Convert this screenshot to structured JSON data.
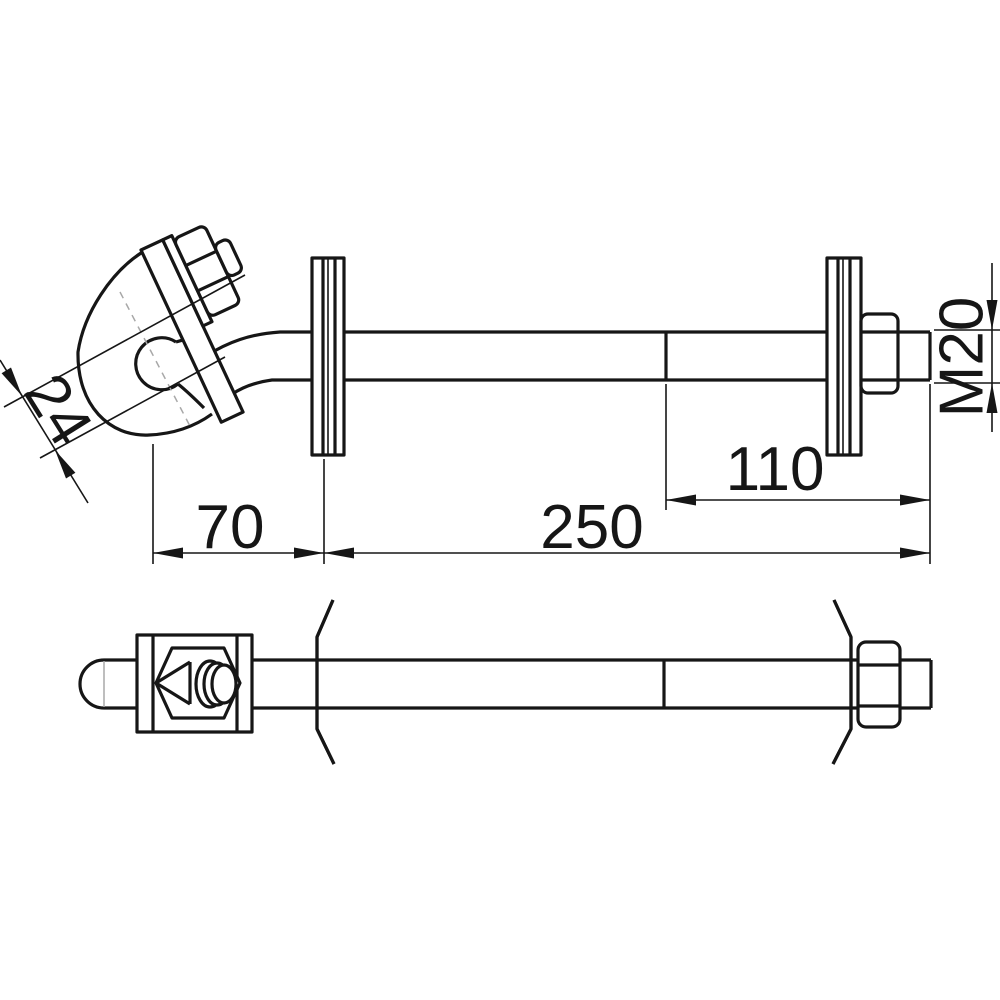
{
  "drawing": {
    "type": "technical-dimension-drawing",
    "part": "hook-head anchor bolt with clamp plate, spring clips and hex nut, two views",
    "background_color": "#ffffff",
    "line_color": "#161616",
    "dimensions": {
      "hook_opening": "24",
      "hook_offset": "70",
      "total_length": "250",
      "thread_length": "110",
      "thread_size": "M20"
    }
  }
}
